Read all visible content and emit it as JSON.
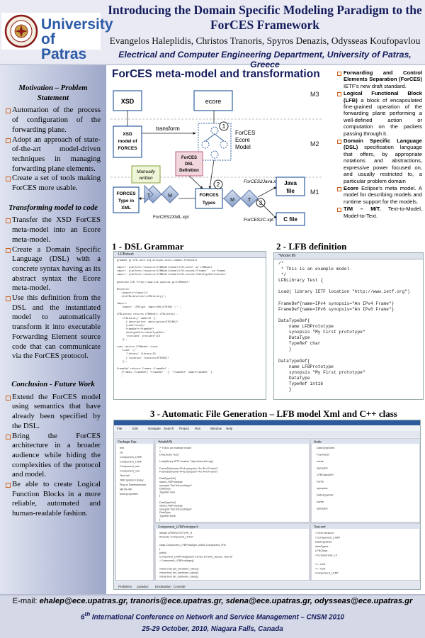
{
  "header": {
    "logo_text_line1": "University",
    "logo_text_line2": "of Patras",
    "title_line1": "Introducing the Domain Specific Modeling Paradigm to the",
    "title_line2": "ForCES Framework",
    "authors": "Evangelos Haleplidis, Christos Tranoris, Spyros Denazis, Odysseas Koufopavlou",
    "department": "Electrical and Computer Engineering Department, University of Patras, Greece"
  },
  "sidebar": {
    "motivation_title": "Motivation – Problem Statement",
    "motivation_items": [
      "Automation of the process of configuration of the forwarding plane.",
      "Adopt an approach of state-of-the-art model-driven techniques in managing forwarding plane elements.",
      "Create a set of tools making ForCES more usable."
    ],
    "transforming_title": "Transforming model to code",
    "transforming_items": [
      "Transfer the XSD ForCES meta-model into an Ecore meta-model.",
      "Create a Domain Specific Language (DSL) with a concrete syntax having as its abstract syntax the Ecore meta-model.",
      "Use this definition from the DSL and the instantiated model to automatically transform it into executable Forwarding Element source code that can communicate via the ForCES protocol."
    ],
    "conclusion_title": "Conclusion - Future Work",
    "conclusion_items": [
      "Extend the ForCES model using semantics that have already been specified by the DSL.",
      "Bring the ForCES architecture in a broader audience while hiding the complexities of the protocol and model.",
      "Be able to create Logical Function Blocks in a more reliable, automated and human-readable fashion."
    ]
  },
  "metamodel": {
    "title": "ForCES meta-model and transformation",
    "diagram": {
      "xsd": "XSD",
      "ecore": "ecore",
      "m3": "M3",
      "m2": "M2",
      "m1": "M1",
      "xsd_model_line1": "XSD",
      "xsd_model_line2": "model of",
      "xsd_model_line3": "FORCES",
      "transform": "transform",
      "forces_ecore_line1": "ForCES",
      "forces_ecore_line2": "Ecore",
      "forces_ecore_line3": "Model",
      "dsl_def_line1": "ForCES",
      "dsl_def_line2": "DSL",
      "dsl_def_line3": "Definition",
      "manually_line1": "Manually",
      "manually_line2": "written",
      "forces_xml_line1": "FORCES",
      "forces_xml_line2": "Type in",
      "forces_xml_line3": "XML",
      "forces_types_line1": "FORCES",
      "forces_types_line2": "Types",
      "forces2java": "ForCES2Java.xpt",
      "java_file_line1": "Java",
      "java_file_line2": "file",
      "c_file": "C file",
      "forces2xml": "ForCES2XML.xpt",
      "forces2c": "ForCES2C.xpt",
      "t": "T",
      "m": "M",
      "n1": "1",
      "n2": "2",
      "n3": "3"
    }
  },
  "definitions": [
    {
      "term": "Forwarding and Control Elements Separation (ForCES)",
      "text": " IETF's new draft standard."
    },
    {
      "term": "Logical Functional Block (LFB)",
      "text": " a block of encapsulated fine-grained operation of the forwarding plane performing a well-defined action or computation on the packets passing through it."
    },
    {
      "term": "Domain Specific Language (DSL)",
      "text": " specification language that offers, by appropriate notations and abstractions, expressive power focused on, and usually restricted to, a particular problem domain"
    },
    {
      "term": "Ecore",
      "text": " Eclipse's meta model. A model for describing models and runtime support for the models."
    },
    {
      "term": "T/M – M/T.",
      "text": " Text-to-Model, Model-to-Text."
    }
  ],
  "sections": {
    "dsl_grammar": "1 - DSL Grammar",
    "lfb_definition": "2 - LFB definition",
    "generation": "3 - Automatic File Generation – LFB model Xml and C++ class"
  },
  "dsl_shot": {
    "tab": "LFBxtext",
    "lines": [
      "grammar gr.LFB with org.eclipse.xtext.common.Terminals",
      "",
      "import 'platform:/resource/LFBModel/model/LFB.ecore' as LFBModel",
      "import 'platform:/resource/LFBModel/model/LFB.ecore#//Frames'   as Frames",
      "import 'platform:/resource/LFBModel/model/LFB.ecore#//DataTypeDefinitions'",
      "",
      "generate LFB \"http://www.ece.upatras.gr/LFBModel\"",
      "",
      "Metafile:",
      "   (imports+=Import)*",
      "   (dsLFBLibraries+=LFBLibrary)*;",
      "",
      "Import:",
      "   'import' LFBType  importURI=STRING ';' ;",
      "",
      "LFBLibrary returns LFBModel::LFBLibrary :",
      "   'LFBLibrary' name=ID '{'",
      "      ('description' description=STRING)?",
      "      (load+=Load)*",
      "      frameDef+=FrameDef*",
      "      dataTypeDefs+=DataTypeDefs",
      "      'provides' provides+=ID",
      "   '}';",
      "",
      "Load returns LFBModel::Load:",
      "   'Load' '('",
      "      'library' library=ID",
      "      ('location' location=STRING)?",
      "   ')';",
      "",
      "FrameDef returns Frames::FrameDef :",
      "   (Frames::FrameDef) 'FrameDef' '{' 'FrameDef' name=FrameDef '}'",
      "   ;"
    ]
  },
  "lfb_shot": {
    "tab": "*Model.lfb",
    "lines": [
      "/*",
      " * This is an example model",
      " */",
      "LFBLibrary Test {",
      "",
      "Load( library IETF location \"http://www.ietf.org\")",
      "",
      "FrameDef{name=IPv4 synopsis=\"An IPv4 Frame\"}",
      "FrameDef{name=IPv6 synopsis=\"An IPv6 Frame\"}",
      "",
      "DataTypeDef{",
      "    name LFBPrototype",
      "    synopsis \"My First prototype\"",
      "    DataType",
      "    TypeRef char",
      "    }",
      "",
      "DataTypeDef{",
      "    name LFBPrototype",
      "    synopsis \"My First prototype\"",
      "    DataType",
      "    TypeRef int16",
      "    }"
    ]
  },
  "gen_shot": {
    "menu": [
      "File",
      "Edit",
      "Navigate",
      "Search",
      "Project",
      "Run",
      "Window",
      "Help"
    ],
    "explorer_tab": "Package Exp",
    "explorer_items": [
      "test",
      "src",
      "Component_LFBP",
      "Component_LFBP",
      "Component_nee",
      "Component_nee",
      "Test.xml",
      "JRE System Library",
      "Plug-in Dependencies",
      "META-INF",
      "build.properties"
    ],
    "editor_tab": "*Model.lfb",
    "editor_lines": [
      "/* This is an example model",
      " */",
      "LFBLibrary Test {",
      "",
      "Load(library IETF location \"http://www.ietf.org\")",
      "",
      "FrameDef{name=IPv4 synopsis=\"An IPv4 Frame\"}",
      "FrameDef{name=IPv6 synopsis=\"An IPv6 Frame\"}",
      "",
      "DataTypeDef{",
      "    name LFBPrototype",
      "    synopsis \"My first prototype\"",
      "    DataType",
      "    TypeRef char",
      "    }",
      "",
      "DataTypeDef{",
      "    name LFBPrototype",
      "    synopsis \"My first prototype\"",
      "    DataType",
      "    TypeRef int16",
      "    }"
    ],
    "cpp_tab": "Component_LFBPrototype.h",
    "cpp_lines": [
      "#ifndef LFBPROTOTYPE_H",
      "#include \"Component_LFB.h\"",
      "",
      "class Component_LFBPrototype: public Component_LFB",
      "{",
      "  public:",
      "    Component_LFBPrototype(int ComId, int write_access, char dir",
      "    ~Component_LFBPrototype();",
      "",
      "    virtual char get_hardware_value();",
      "    virtual bool set_hardware_value();",
      "    virtual bool del_hardware_value();"
    ],
    "outline_tab": "Node",
    "outline_items": [
      "DataTypeDefs",
      "FrameDef",
      "name",
      "synopsis",
      "LFBClassDef",
      "name",
      "synopsis",
      "DataTypeDef",
      "name",
      "synopsis"
    ],
    "xml_tab": "Test.xml",
    "xml_lines": [
      "<?xml version=",
      "<Component_LFBP",
      "  DataTypeDef",
      "  dataTypes",
      "  LFBClass",
      "</Component_LF",
      "",
      "<!-- Unit",
      "<!-- Unit",
      "Component_LFBP"
    ],
    "bottom_tabs": [
      "Problems",
      "Javadoc",
      "Declaration",
      "Console"
    ]
  },
  "footer": {
    "email_label": "E-mail:",
    "emails": "ehalep@ece.upatras.gr, tranoris@ece.upatras.gr, sdena@ece.upatras.gr, odysseas@ece.upatras.gr",
    "conference_ordinal": "6",
    "conference_ordinal_suffix": "th",
    "conference": " International Conference on Network and Service Management – CNSM 2010",
    "dates": "25-29 October, 2010, Niagara Falls, Canada"
  }
}
